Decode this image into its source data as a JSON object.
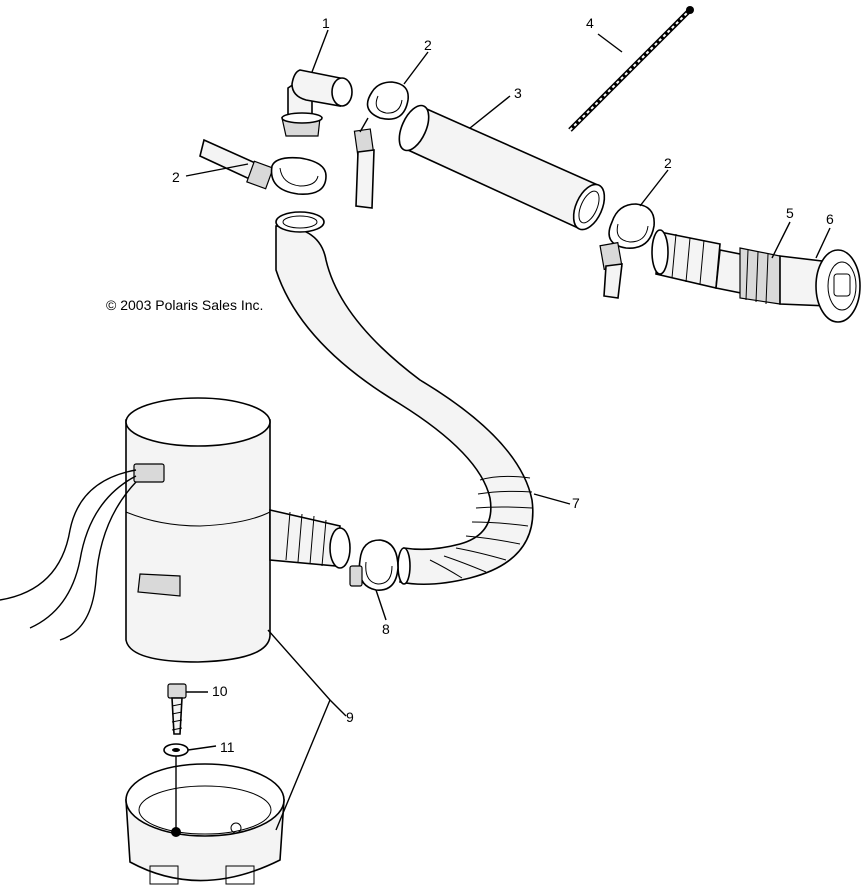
{
  "copyright": "© 2003 Polaris Sales Inc.",
  "callouts": {
    "c1": "1",
    "c2a": "2",
    "c2b": "2",
    "c2c": "2",
    "c3": "3",
    "c4": "4",
    "c5": "5",
    "c6": "6",
    "c7": "7",
    "c8": "8",
    "c9": "9",
    "c10": "10",
    "c11": "11"
  }
}
